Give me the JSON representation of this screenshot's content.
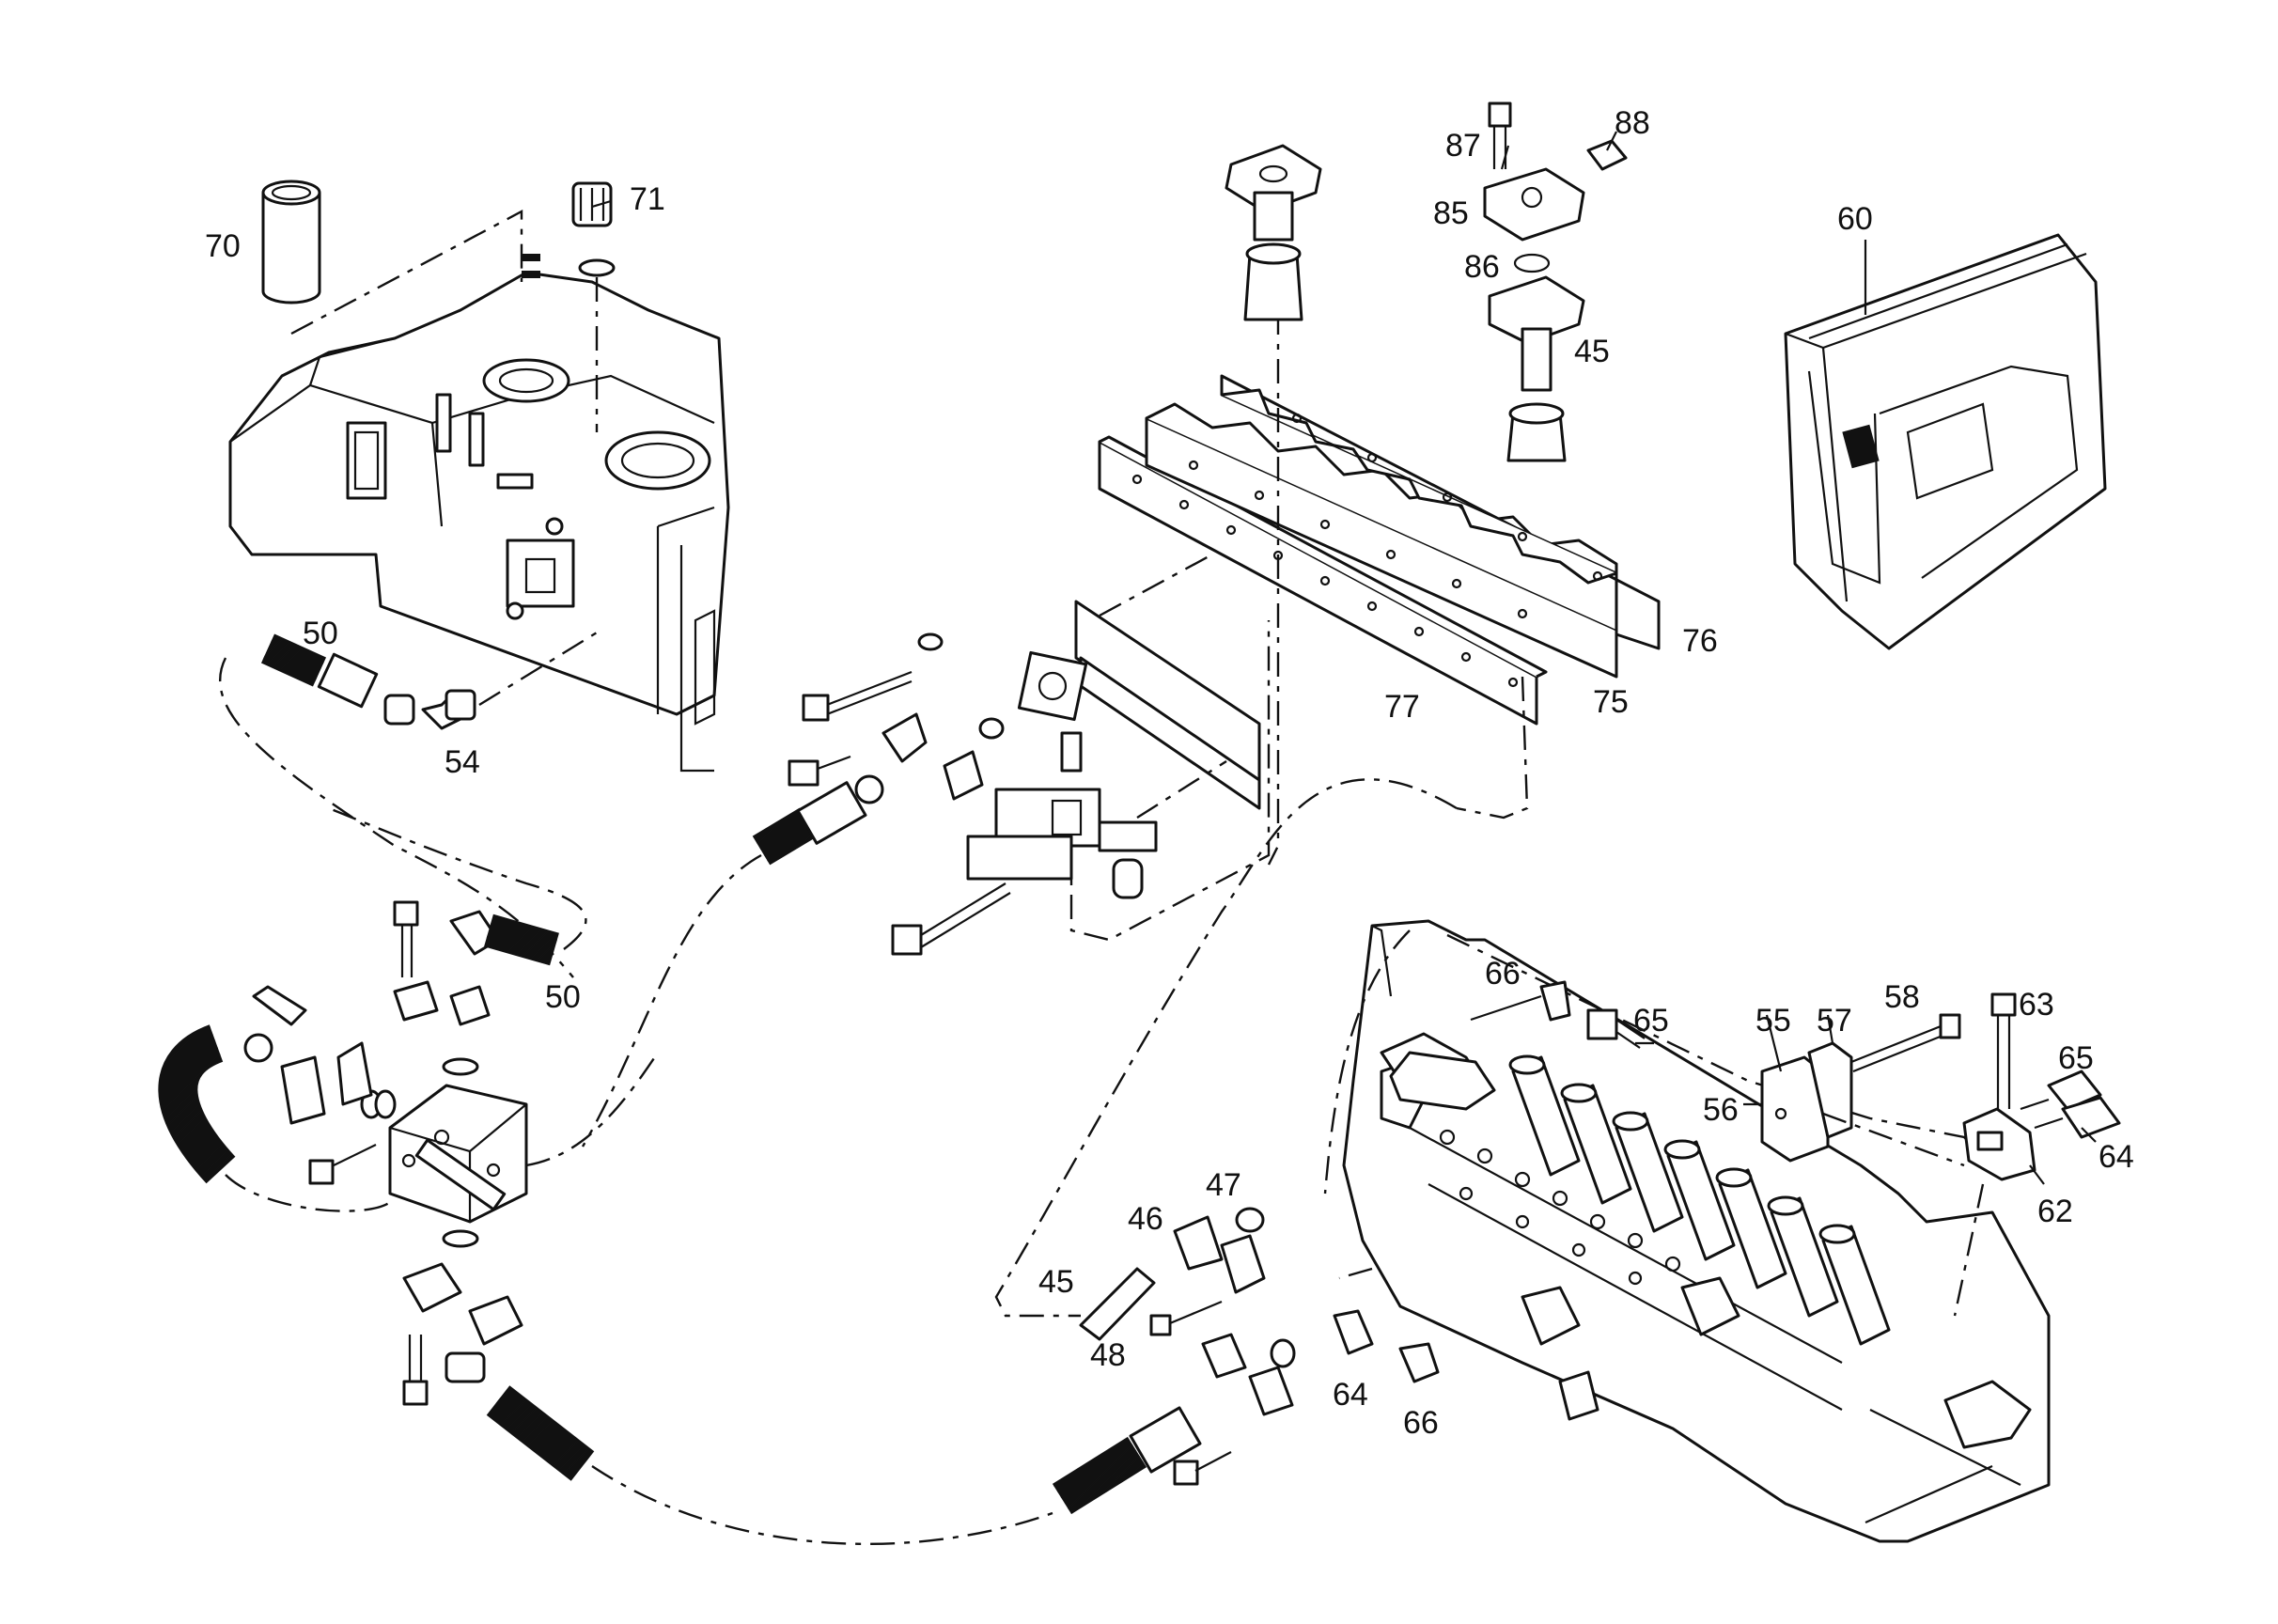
{
  "diagram": {
    "callouts": {
      "c70": "70",
      "c71": "71",
      "c50a": "50",
      "c54": "54",
      "c50b": "50",
      "c87": "87",
      "c88": "88",
      "c85": "85",
      "c86": "86",
      "c45a": "45",
      "c60": "60",
      "c76": "76",
      "c77": "77",
      "c75": "75",
      "c66a": "66",
      "c65a": "65",
      "c55": "55",
      "c57": "57",
      "c58": "58",
      "c63": "63",
      "c65b": "65",
      "c56": "56",
      "c64a": "64",
      "c62": "62",
      "c47": "47",
      "c46": "46",
      "c45b": "45",
      "c48": "48",
      "c64b": "64",
      "c66b": "66"
    }
  }
}
